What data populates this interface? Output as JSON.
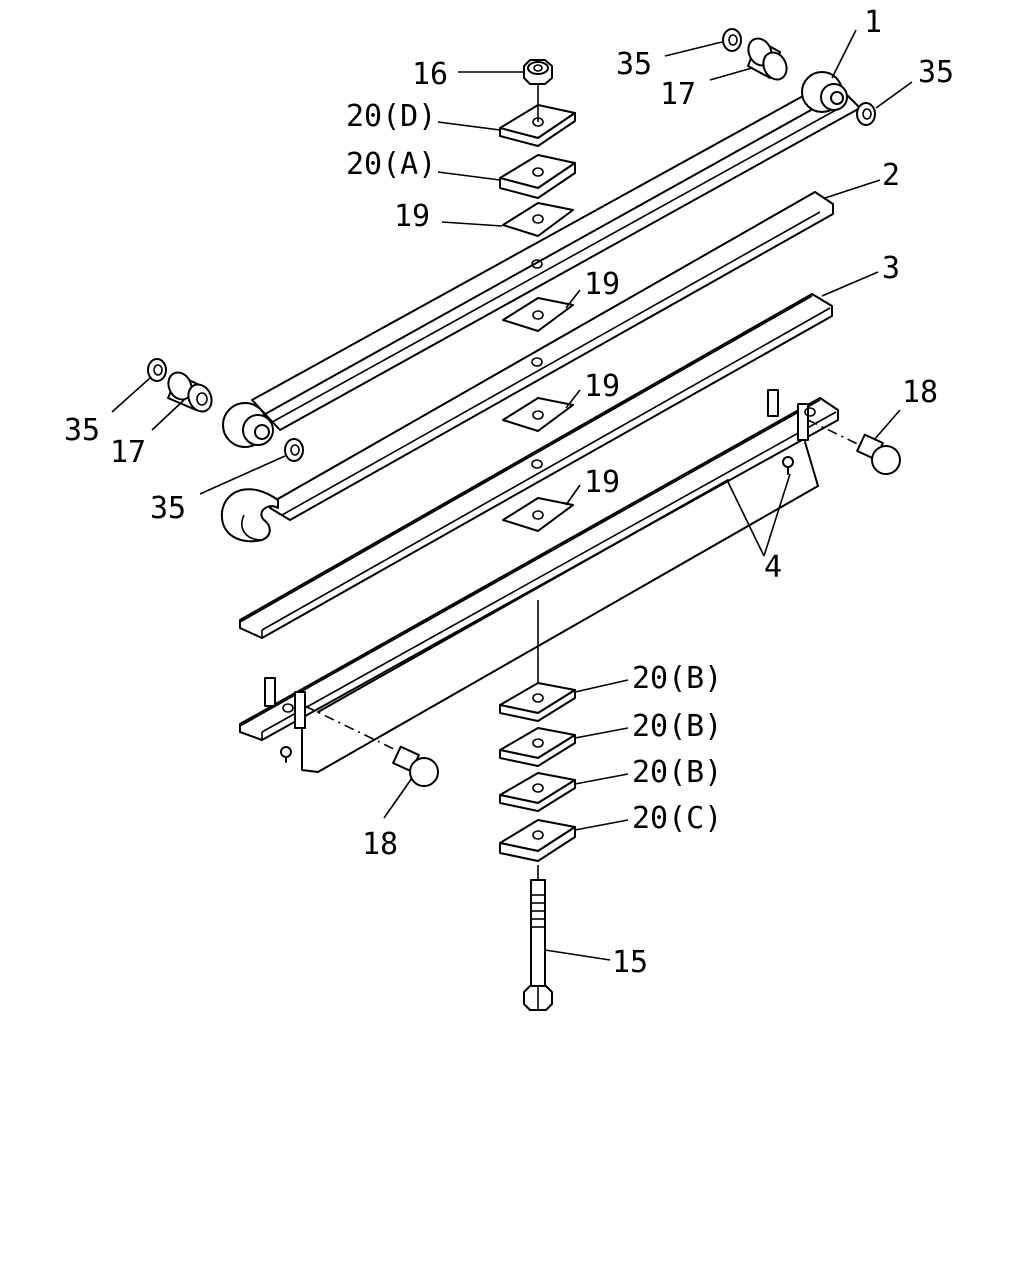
{
  "diagram": {
    "callouts": {
      "c1": "1",
      "c2": "2",
      "c3": "3",
      "c4": "4",
      "c15": "15",
      "c16": "16",
      "c17a": "17",
      "c17b": "17",
      "c18a": "18",
      "c18b": "18",
      "c19a": "19",
      "c19b": "19",
      "c19c": "19",
      "c19d": "19",
      "c20d": "20(D)",
      "c20a": "20(A)",
      "c20b1": "20(B)",
      "c20b2": "20(B)",
      "c20b3": "20(B)",
      "c20c": "20(C)",
      "c35a": "35",
      "c35b": "35",
      "c35c": "35",
      "c35d": "35"
    }
  }
}
